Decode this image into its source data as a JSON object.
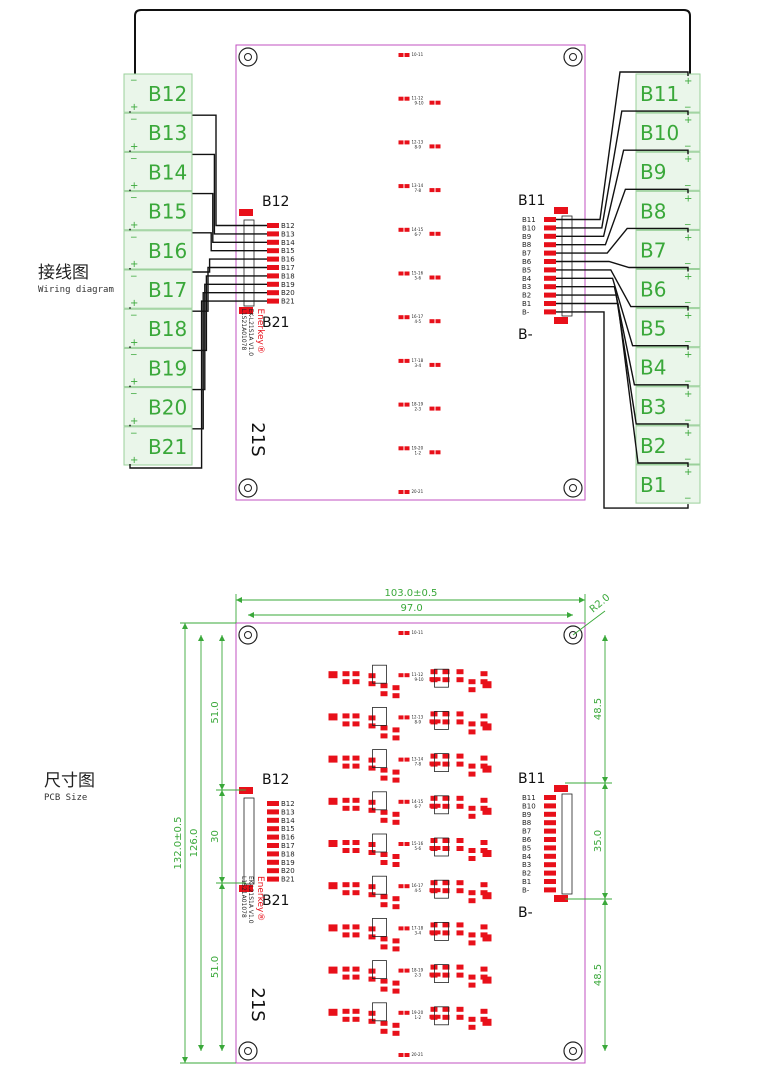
{
  "wiring": {
    "title_zh": "接线图",
    "title_en": "Wiring diagram",
    "left_cells": [
      "B12",
      "B13",
      "B14",
      "B15",
      "B16",
      "B17",
      "B18",
      "B19",
      "B20",
      "B21"
    ],
    "right_cells": [
      "B11",
      "B10",
      "B9",
      "B8",
      "B7",
      "B6",
      "B5",
      "B4",
      "B3",
      "B2",
      "B1"
    ],
    "left_connector_pins": [
      "B12",
      "B13",
      "B14",
      "B15",
      "B16",
      "B17",
      "B18",
      "B19",
      "B20",
      "B21"
    ],
    "right_connector_pins": [
      "B11",
      "B10",
      "B9",
      "B8",
      "B7",
      "B6",
      "B5",
      "B4",
      "B3",
      "B2",
      "B1",
      "B-"
    ],
    "left_top_label": "B12",
    "left_bottom_label": "B21",
    "right_top_label": "B11",
    "right_bottom_label": "B-",
    "brand": "Enerkey®",
    "model": "EK-L21S1A V1.0",
    "sku": "L1S21A01078",
    "series": "21S",
    "pair_labels": [
      [
        "10-11",
        ""
      ],
      [
        "11-12",
        "9-10"
      ],
      [
        "12-13",
        "8-9"
      ],
      [
        "13-14",
        "7-8"
      ],
      [
        "14-15",
        "6-7"
      ],
      [
        "15-16",
        "5-6"
      ],
      [
        "16-17",
        "4-5"
      ],
      [
        "17-18",
        "3-4"
      ],
      [
        "18-19",
        "2-3"
      ],
      [
        "19-20",
        "1-2"
      ],
      [
        "20-21",
        ""
      ]
    ]
  },
  "pcb_size": {
    "title_zh": "尺寸图",
    "title_en": "PCB Size",
    "dim_width_outer": "103.0±0.5",
    "dim_width_inner": "97.0",
    "dim_corner_radius": "R2.0",
    "dim_height_outer": "132.0±0.5",
    "dim_height_inner": "126.0",
    "dim_left_top": "51.0",
    "dim_left_mid": "30",
    "dim_left_bottom": "51.0",
    "dim_right_top": "48.5",
    "dim_right_mid": "35.0",
    "dim_right_bottom": "48.5"
  },
  "colors": {
    "board_outline": "#c050c0",
    "pad_red": "#e8101a",
    "cell_green": "#3aa83a",
    "cell_fill": "#eaf6ea",
    "dim_green": "#3aa83a",
    "wire": "#111111"
  }
}
